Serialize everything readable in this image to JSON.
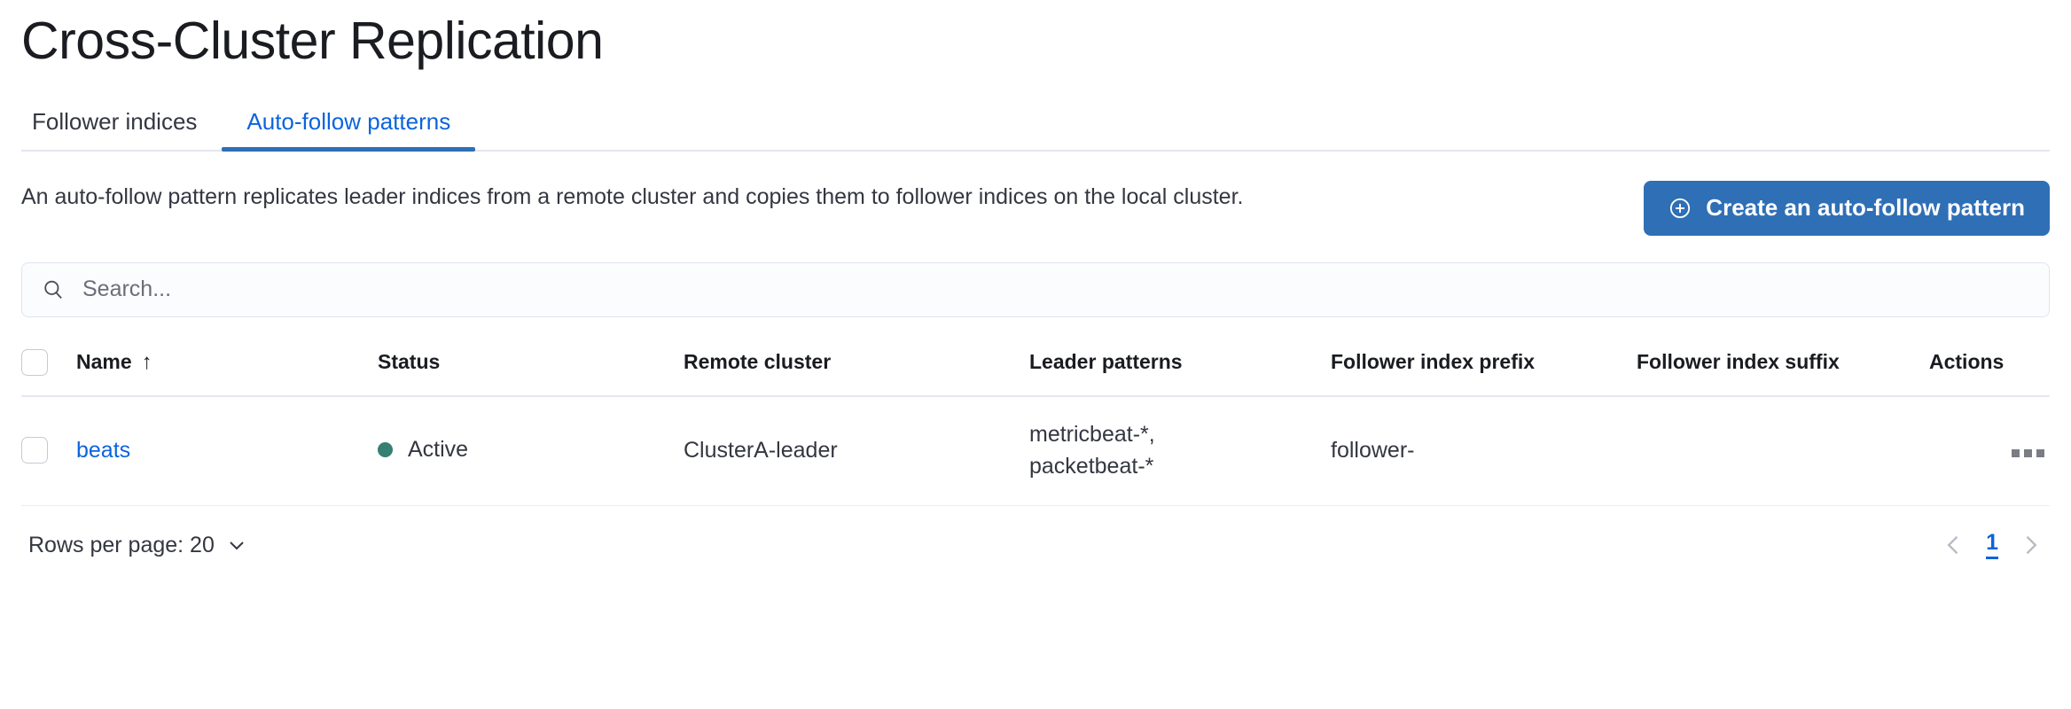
{
  "header": {
    "title": "Cross-Cluster Replication"
  },
  "tabs": [
    {
      "label": "Follower indices",
      "active": false
    },
    {
      "label": "Auto-follow patterns",
      "active": true
    }
  ],
  "intro": {
    "description": "An auto-follow pattern replicates leader indices from a remote cluster and copies them to follower indices on the local cluster.",
    "cta_label": "Create an auto-follow pattern",
    "cta_icon": "plus-in-circle-icon",
    "cta_color": "#2f6fb5"
  },
  "search": {
    "placeholder": "Search...",
    "value": "",
    "icon": "search-icon"
  },
  "table": {
    "columns": [
      "Name",
      "Status",
      "Remote cluster",
      "Leader patterns",
      "Follower index prefix",
      "Follower index suffix",
      "Actions"
    ],
    "sort": {
      "column": "Name",
      "direction": "asc",
      "glyph": "↑"
    },
    "rows": [
      {
        "name": "beats",
        "status": "Active",
        "status_color": "#357f73",
        "remote_cluster": "ClusterA-leader",
        "leader_patterns": "metricbeat-*,\npacketbeat-*",
        "follower_index_prefix": "follower-",
        "follower_index_suffix": "",
        "actions_icon": "ellipsis-icon"
      }
    ]
  },
  "footer": {
    "rows_per_page_label": "Rows per page: 20",
    "rows_per_page_icon": "chevron-down-icon",
    "prev_icon": "chevron-left-icon",
    "next_icon": "chevron-right-icon",
    "current_page": "1"
  }
}
